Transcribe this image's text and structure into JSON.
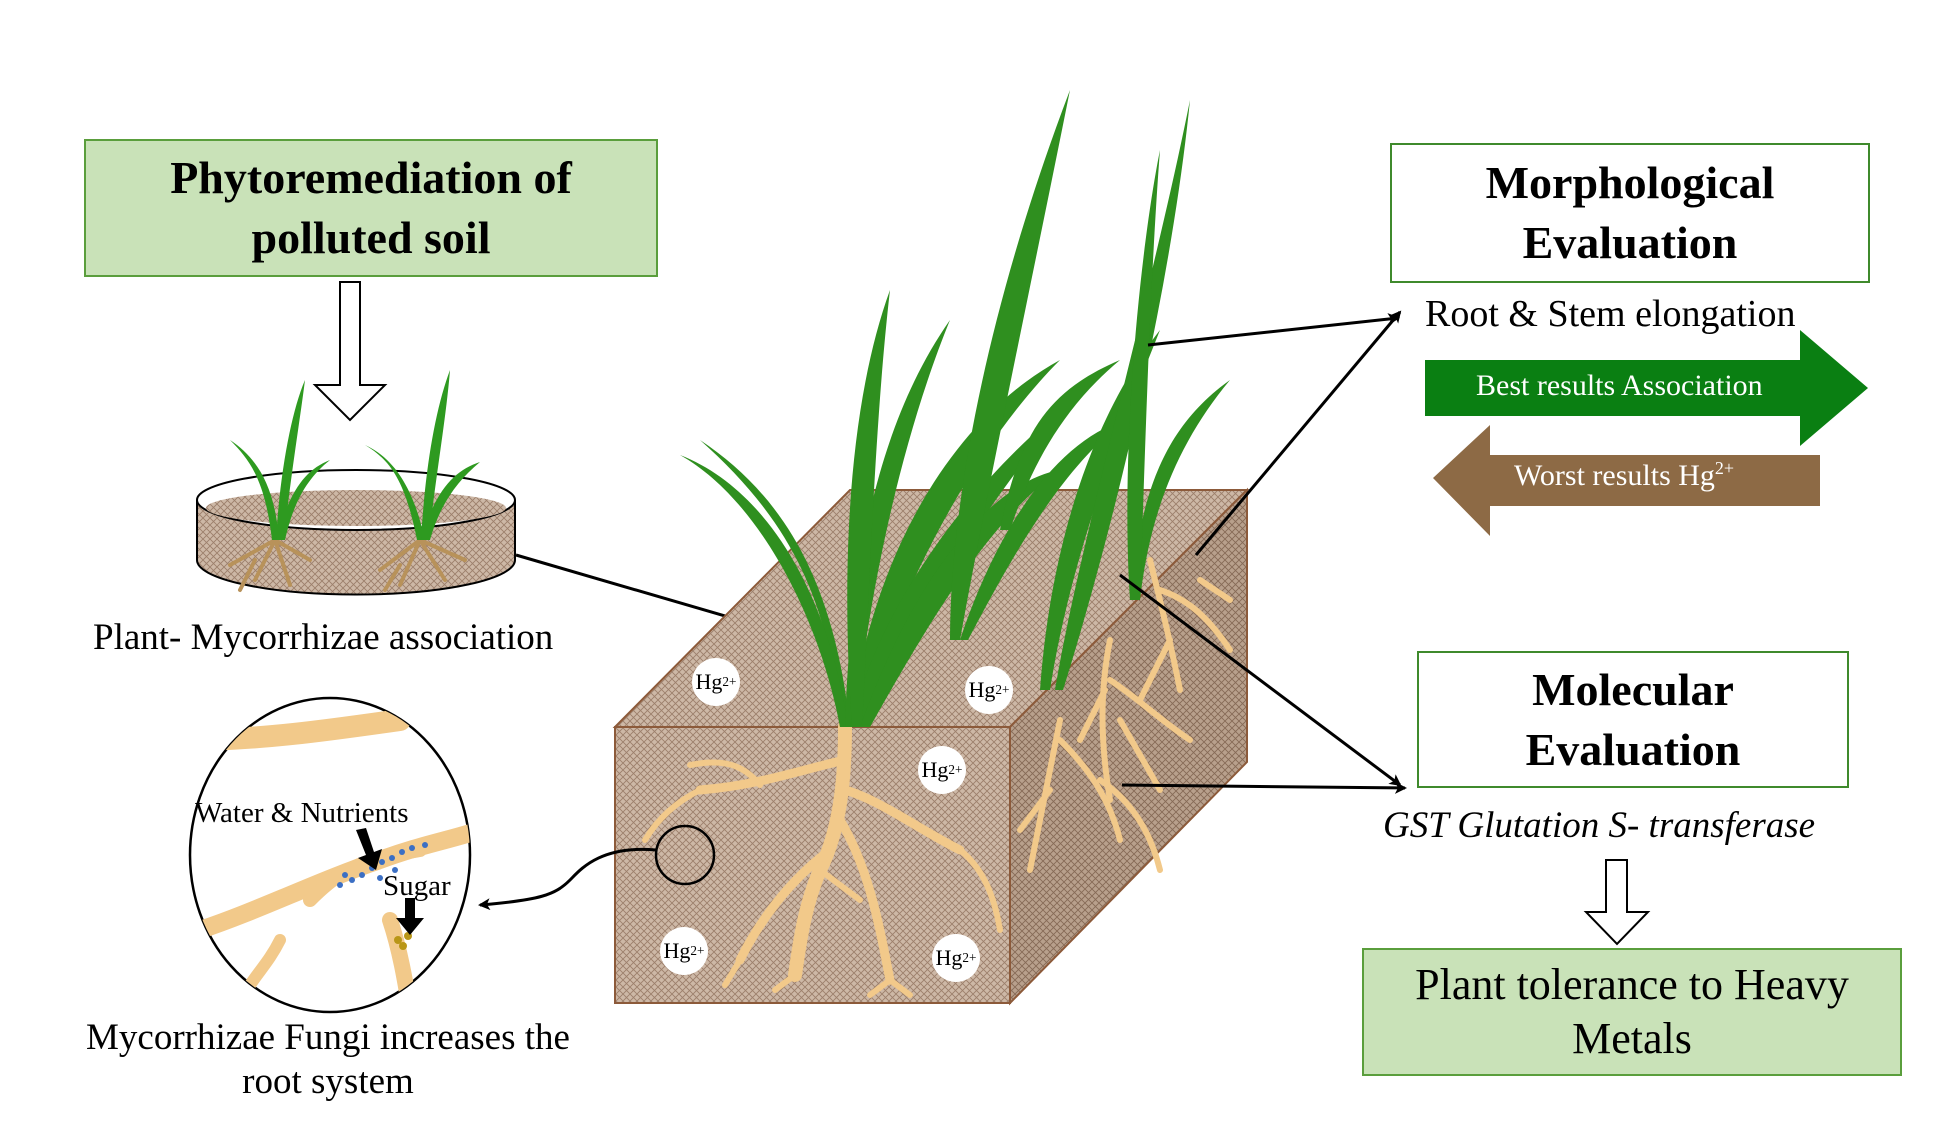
{
  "phyto_box": {
    "line1": "Phytoremediation of",
    "line2": "polluted  soil"
  },
  "association_label": "Plant- Mycorrhizae association",
  "circle": {
    "water_label": "Water & Nutrients",
    "sugar_label": "Sugar"
  },
  "fungi_caption": {
    "line1": "Mycorrhizae Fungi increases the",
    "line2": "root system"
  },
  "hg_badges": [
    {
      "base": "Hg",
      "charge": "2+"
    },
    {
      "base": "Hg",
      "charge": "2+"
    },
    {
      "base": "Hg",
      "charge": "2+"
    },
    {
      "base": "Hg",
      "charge": "2+"
    },
    {
      "base": "Hg",
      "charge": "2+"
    }
  ],
  "morph_box": {
    "line1": "Morphological",
    "line2": "Evaluation"
  },
  "morph_subtitle": "Root & Stem elongation",
  "best_arrow": {
    "label": "Best results Association"
  },
  "worst_arrow": {
    "label": "Worst results Hg",
    "charge": "2+"
  },
  "molecular_box": {
    "line1": "Molecular",
    "line2": "Evaluation"
  },
  "gst_label": "GST Glutation S- transferase",
  "tolerance_box": {
    "line1": "Plant tolerance to Heavy",
    "line2": "Metals"
  },
  "colors": {
    "box_fill_green": "#c9e2b8",
    "box_border_green": "#5a9e3c",
    "best_arrow": "#0a7f12",
    "worst_arrow": "#8d6a45",
    "leaf_green": "#2e8b1e",
    "root_tan": "#f2c98a",
    "soil_brown": "#c8b3a2",
    "soil_border": "#8c5a3a"
  },
  "icons": [
    "hollow-down-arrow-icon",
    "black-down-arrow-icon",
    "grass-plant-icon"
  ]
}
